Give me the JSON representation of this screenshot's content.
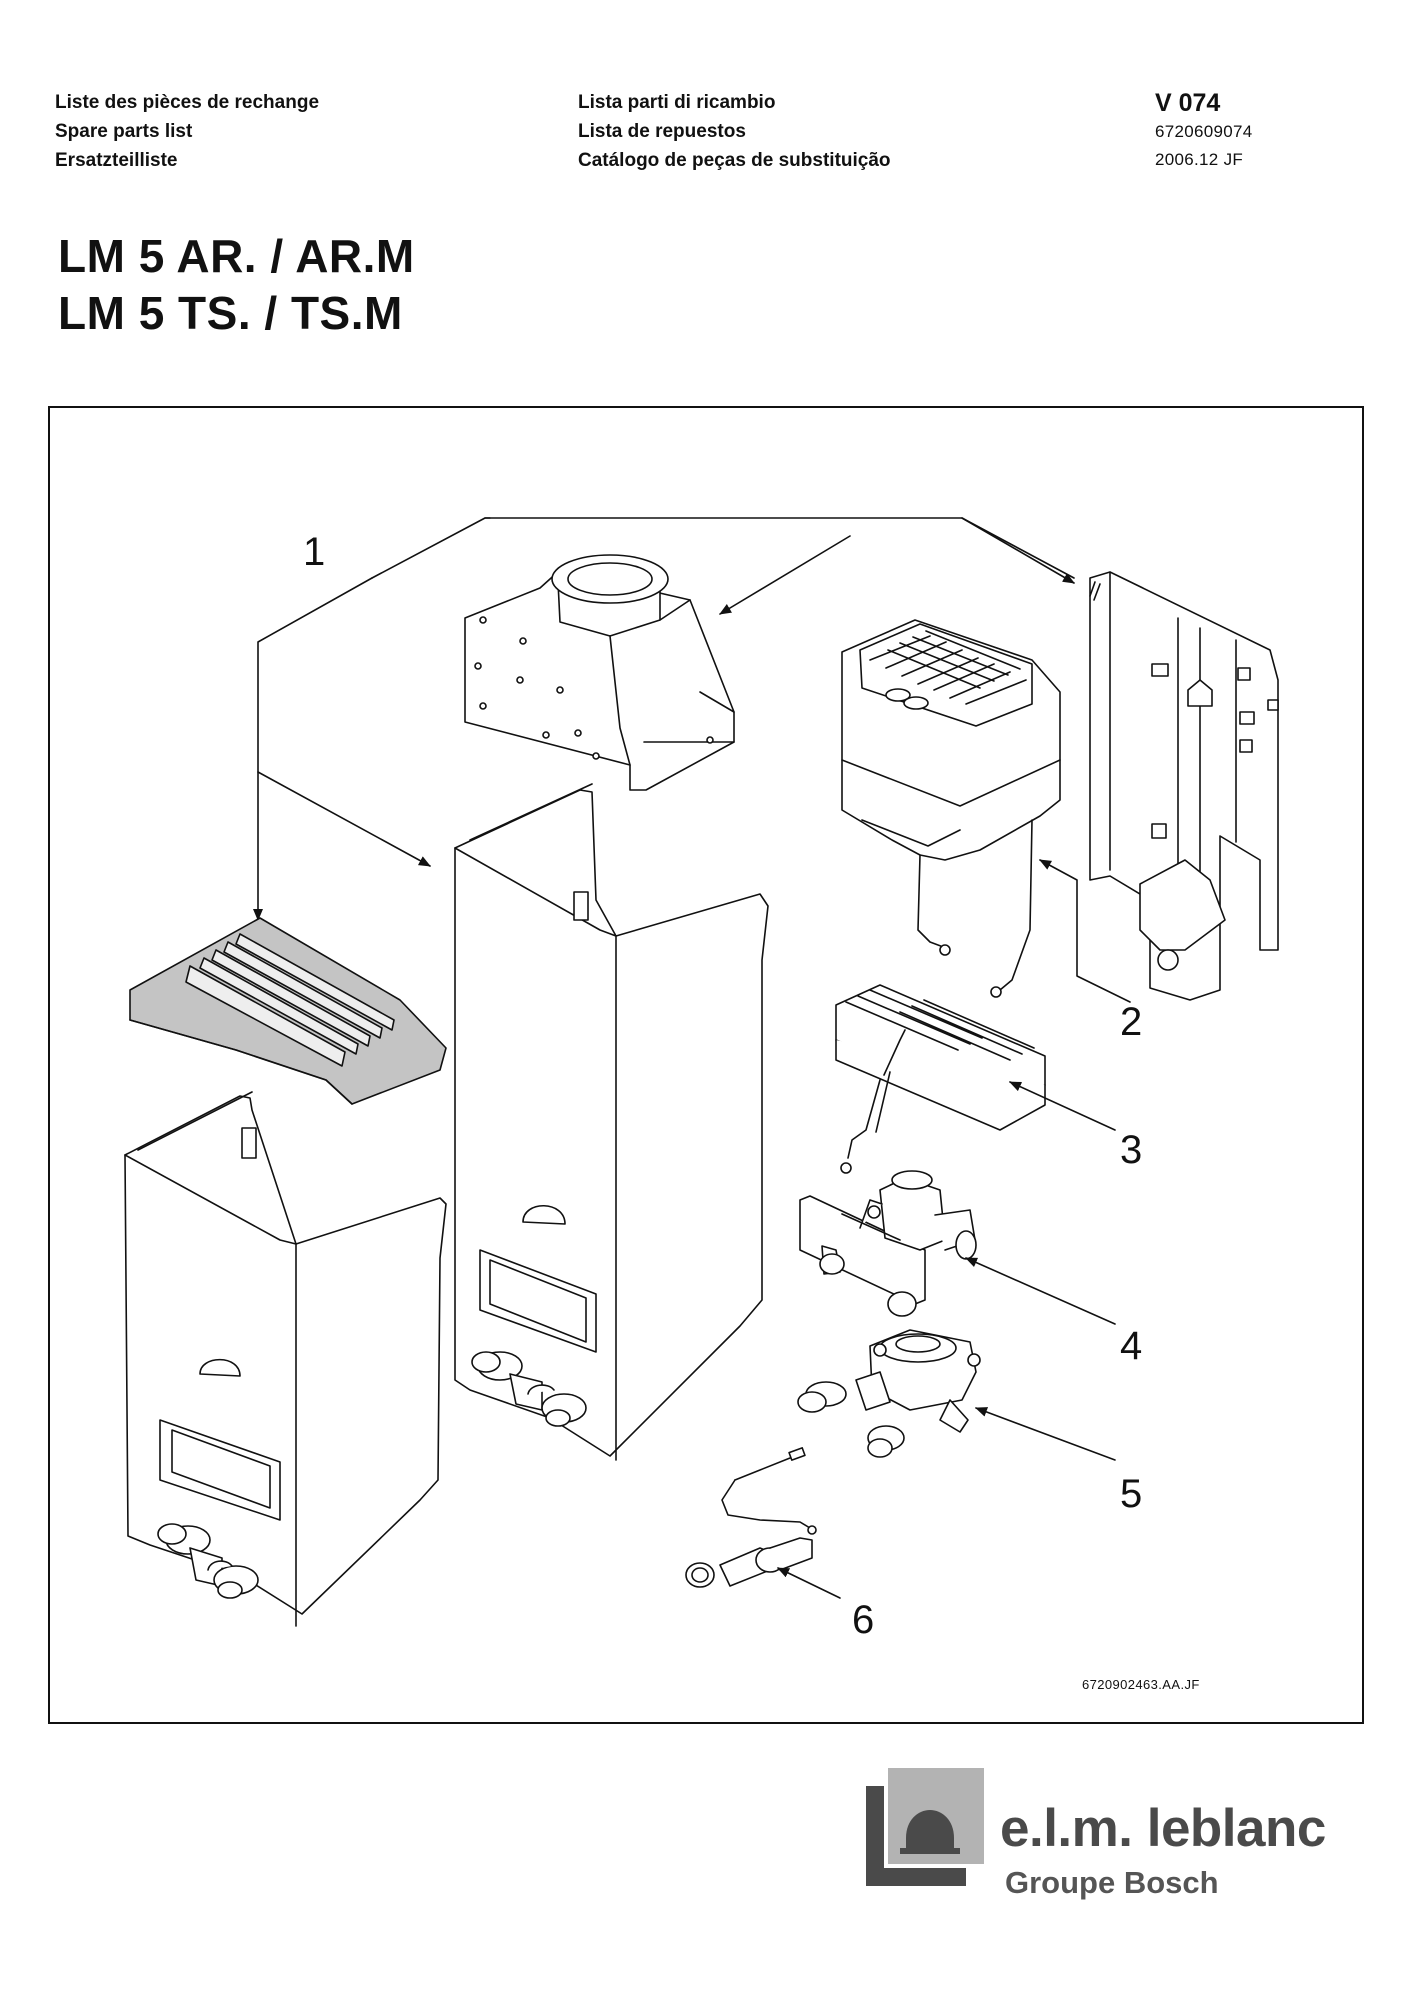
{
  "header": {
    "left": [
      "Liste des pièces de rechange",
      "Spare parts list",
      "Ersatzteilliste"
    ],
    "middle": [
      "Lista parti di ricambio",
      "Lista de repuestos",
      "Catálogo de peças de substituição"
    ],
    "code": "V 074",
    "number": "6720609074",
    "date": "2006.12   JF"
  },
  "titles": [
    "LM 5 AR. / AR.M",
    "LM 5 TS. / TS.M"
  ],
  "callouts": [
    "1",
    "2",
    "3",
    "4",
    "5",
    "6"
  ],
  "drawing_ref": "6720902463.AA.JF",
  "brand": {
    "name": "e.l.m. leblanc",
    "group": "Groupe Bosch",
    "colors": {
      "mark_dark": "#4a4a4a",
      "mark_light": "#b3b3b3",
      "text": "#4a4a4a"
    }
  }
}
